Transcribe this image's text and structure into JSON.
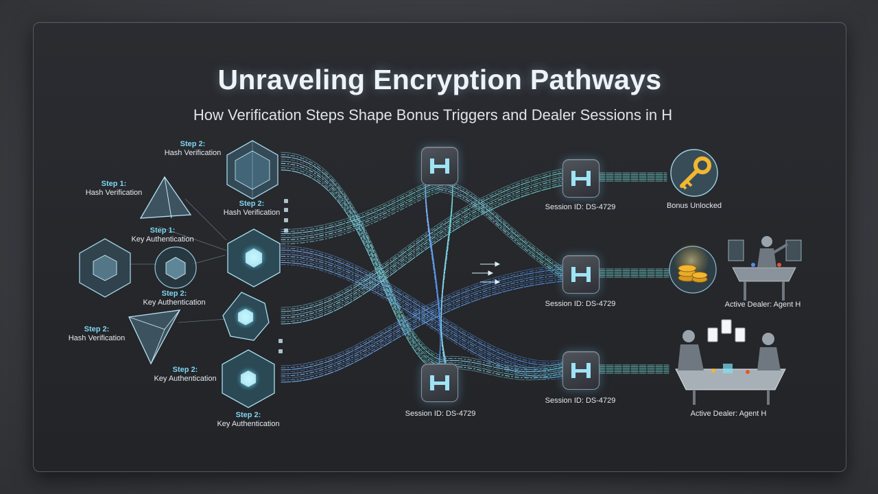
{
  "header": {
    "title": "Unraveling Encryption Pathways",
    "subtitle": "How Verification Steps Shape Bonus Triggers and Dealer Sessions in H"
  },
  "left_labels": [
    {
      "step": "Step 2:",
      "text": "Hash Verification"
    },
    {
      "step": "Step 1:",
      "text": "Hash Verification"
    },
    {
      "step": "Step 2:",
      "text": "Hash Verification"
    },
    {
      "step": "Step 1:",
      "text": "Key Authentication"
    },
    {
      "step": "Step 2:",
      "text": "Key Authentication"
    },
    {
      "step": "Step 2:",
      "text": "Hash Verification"
    },
    {
      "step": "Step 2:",
      "text": "Key Authentication"
    },
    {
      "step": "Step 2:",
      "text": "Key Authentication"
    }
  ],
  "sessions": [
    {
      "label": "Session ID: DS-4729"
    },
    {
      "label": "Session ID: DS-4729"
    },
    {
      "label": "Session ID: DS-4729"
    },
    {
      "label": "Session ID: DS-4729"
    }
  ],
  "outcomes": [
    {
      "label": "Bonus Unlocked",
      "icon": "key-icon"
    },
    {
      "label": "Active Dealer: Agent H",
      "icon": "coins-icon"
    },
    {
      "label": "Active Dealer: Agent H",
      "icon": "dealer-table-icon"
    }
  ],
  "colors": {
    "accent_cyan": "#7fd6f2",
    "flow_teal": "#6fd6d0",
    "flow_blue": "#4f8fe8",
    "gold": "#f2b631"
  }
}
